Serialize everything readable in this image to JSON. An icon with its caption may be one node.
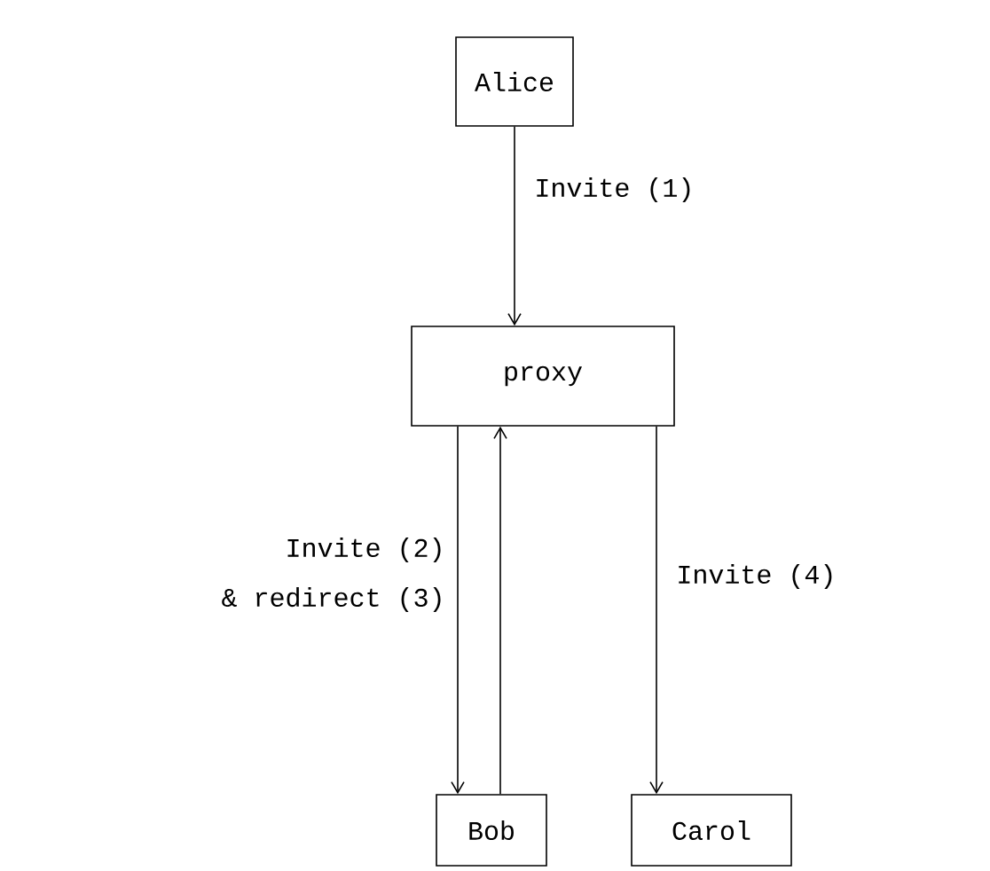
{
  "diagram": {
    "nodes": [
      {
        "text": [
          "Alice"
        ]
      },
      {
        "text": [
          "proxy"
        ]
      },
      {
        "text": [
          "Bob"
        ]
      },
      {
        "text": [
          "Carol"
        ]
      }
    ],
    "edges": [
      {
        "from": 0,
        "to": 1,
        "arrow": "to",
        "label": "Invite (1)"
      },
      {
        "from": 1,
        "to": 2,
        "arrow": "to"
      },
      {
        "from": 2,
        "to": 1,
        "arrow": "to"
      },
      {
        "from": 1,
        "to": 3,
        "arrow": "to",
        "label": "Invite (4)"
      }
    ],
    "labels": [
      "Invite (2)",
      "& redirect (3)"
    ]
  }
}
